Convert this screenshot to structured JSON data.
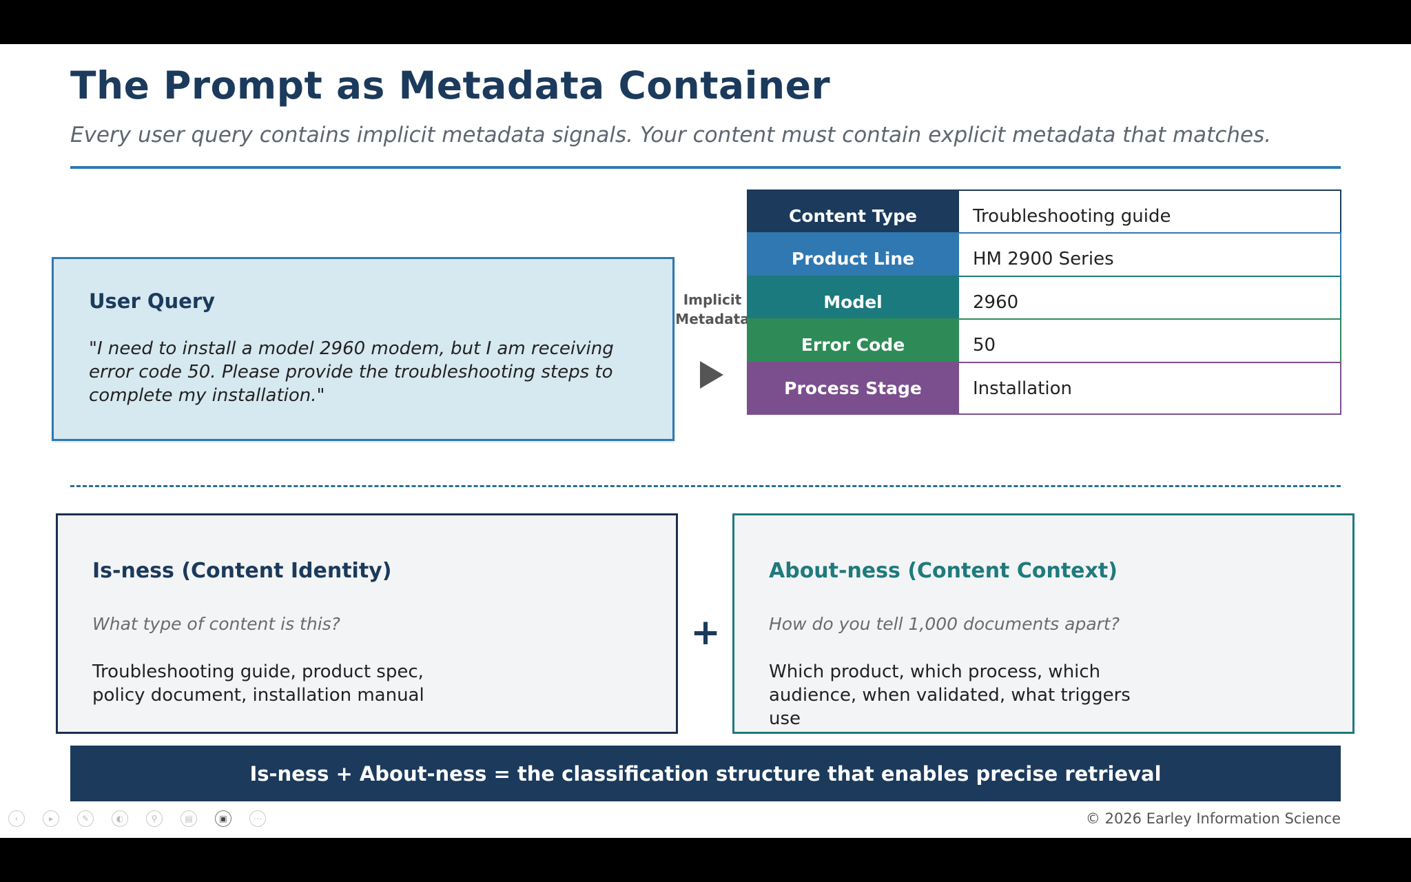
{
  "slide": {
    "title": "The Prompt as Metadata Container",
    "subtitle": "Every user query contains implicit metadata signals. Your content must contain explicit metadata that matches."
  },
  "user_query": {
    "heading": "User Query",
    "text": "\"I need to install a model 2960 modem, but I am receiving error code 50. Please provide the troubleshooting steps to complete my installation.\""
  },
  "arrow": {
    "label_line1": "Implicit",
    "label_line2": "Metadata",
    "icon": "play-arrow-icon"
  },
  "metadata_rows": [
    {
      "key": "Content Type",
      "value": "Troubleshooting guide",
      "color": "#1b3a5c"
    },
    {
      "key": "Product Line",
      "value": "HM 2900 Series",
      "color": "#2f78b2"
    },
    {
      "key": "Model",
      "value": "2960",
      "color": "#1b7a7d"
    },
    {
      "key": "Error Code",
      "value": "50",
      "color": "#2e8b57"
    },
    {
      "key": "Process Stage",
      "value": "Installation",
      "color": "#7b4f8e"
    }
  ],
  "isness": {
    "heading": "Is-ness (Content Identity)",
    "question": "What type of content is this?",
    "body": "Troubleshooting guide, product spec, policy document, installation manual"
  },
  "plus": "+",
  "aboutness": {
    "heading": "About-ness (Content Context)",
    "question": "How do you tell 1,000 documents apart?",
    "body": "Which product, which process, which audience, when validated, what triggers use"
  },
  "banner": "Is-ness + About-ness = the classification structure that enables precise retrieval",
  "copyright": "© 2026 Earley Information Science",
  "toolbar": {
    "icons": [
      "back-icon",
      "play-icon",
      "pen-icon",
      "highlighter-icon",
      "zoom-icon",
      "subtitles-icon",
      "camera-icon",
      "more-icon"
    ]
  }
}
